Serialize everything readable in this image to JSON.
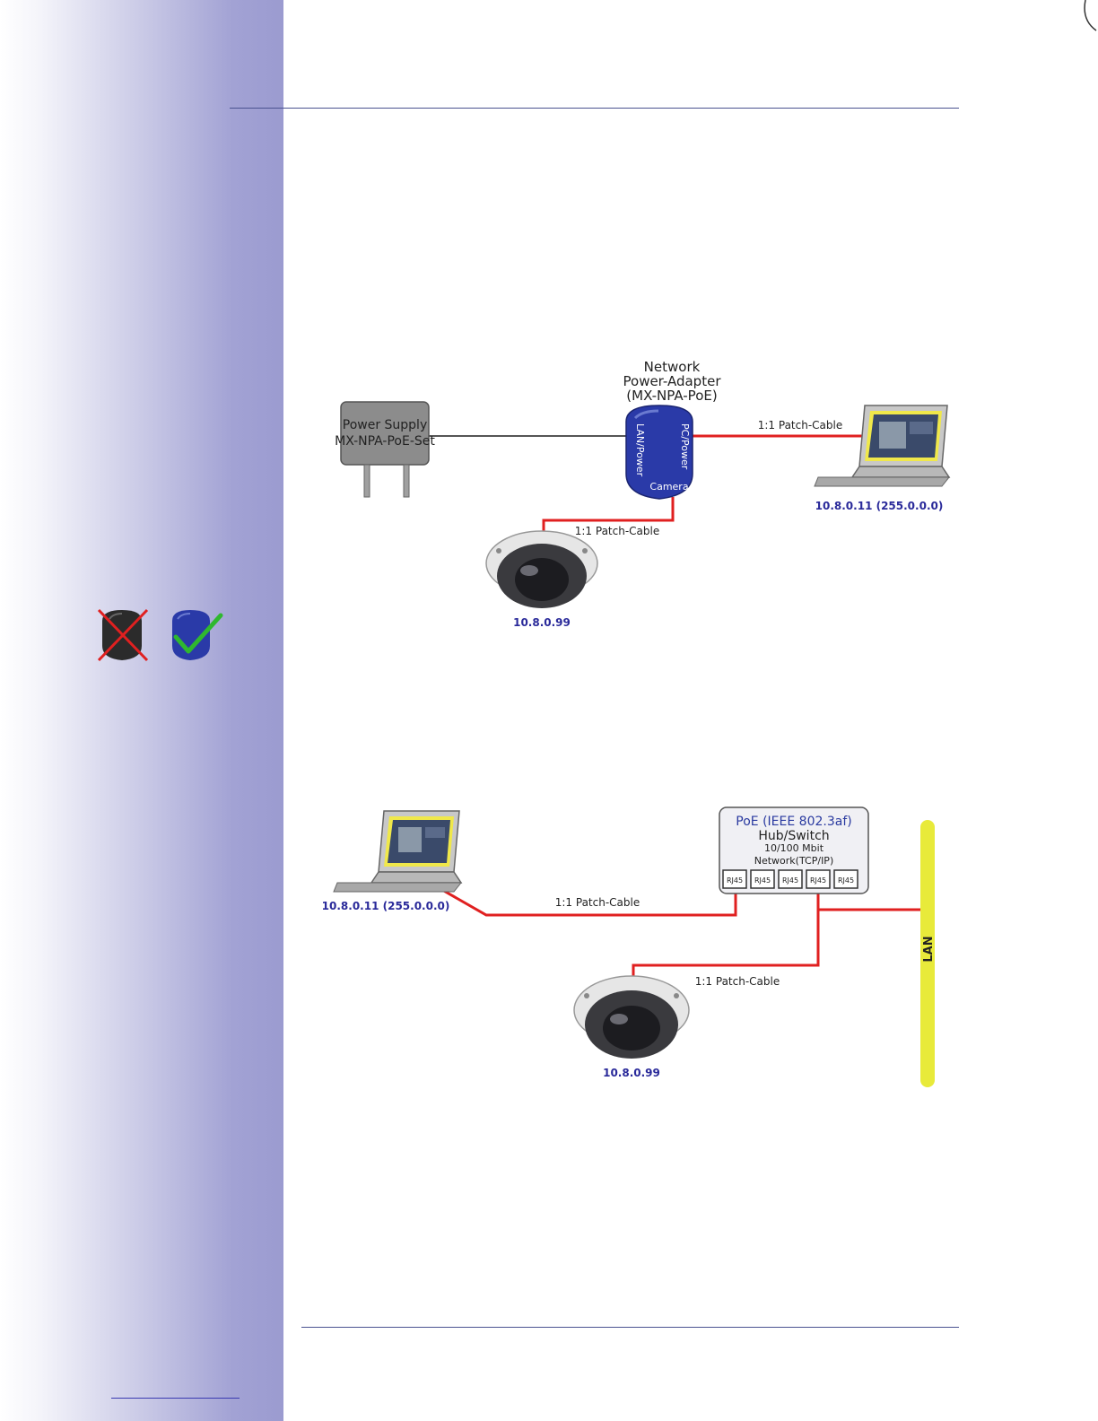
{
  "diagram1": {
    "adapter_title": [
      "Network",
      "Power-Adapter",
      "(MX-NPA-PoE)"
    ],
    "power_supply": [
      "Power Supply",
      "MX-NPA-PoE-Set"
    ],
    "adapter_ports": {
      "lan_power": "LAN/Power",
      "pc_power": "PC/Power",
      "camera": "Camera"
    },
    "cable_pc": "1:1 Patch-Cable",
    "cable_camera": "1:1 Patch-Cable",
    "pc_ip": "10.8.0.11 (255.0.0.0)",
    "camera_ip": "10.8.0.99"
  },
  "diagram2": {
    "switch_title": "PoE (IEEE 802.3af)",
    "switch_lines": [
      "Hub/Switch",
      "10/100 Mbit",
      "Network(TCP/IP)"
    ],
    "ports": [
      "RJ45",
      "RJ45",
      "RJ45",
      "RJ45",
      "RJ45"
    ],
    "cable_pc": "1:1 Patch-Cable",
    "cable_camera": "1:1 Patch-Cable",
    "lan_label": "LAN",
    "pc_ip": "10.8.0.11 (255.0.0.0)",
    "camera_ip": "10.8.0.99"
  },
  "colors": {
    "cable": "#e02020",
    "adapter_blue": "#2a3aa8",
    "lan_yellow": "#e8ea3a",
    "sidebar": "#9b9bd0"
  }
}
